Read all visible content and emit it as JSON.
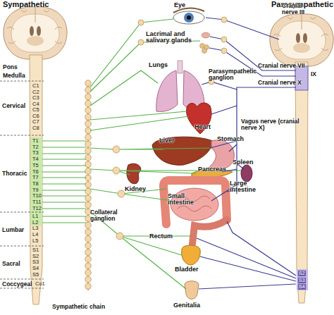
{
  "diagram": {
    "nodes": [
      {
        "text": [
          "Eye"
        ]
      },
      {
        "text": [
          "Lacrimal and salivary glands"
        ]
      },
      {
        "text": [
          "Lungs"
        ]
      },
      {
        "text": [
          "Heart"
        ]
      },
      {
        "text": [
          "Liver"
        ]
      },
      {
        "text": [
          "Stomach"
        ]
      },
      {
        "text": [
          "Spleen"
        ]
      },
      {
        "text": [
          "Pancreas"
        ]
      },
      {
        "text": [
          "Kidney"
        ]
      },
      {
        "text": [
          "Large intestine"
        ]
      },
      {
        "text": [
          "Small intestine"
        ]
      },
      {
        "text": [
          "Rectum"
        ]
      },
      {
        "text": [
          "Bladder"
        ]
      },
      {
        "text": [
          "Genitalia"
        ]
      }
    ],
    "labels": [
      "Sympathetic",
      "Parasympathetic",
      "Pons",
      "Medulla",
      "Cervical",
      "C1",
      "C2",
      "C3",
      "C4",
      "C5",
      "C6",
      "C7",
      "C8",
      "Thoracic",
      "T1",
      "T2",
      "T3",
      "T4",
      "T5",
      "T6",
      "T7",
      "T8",
      "T9",
      "T10",
      "T11",
      "T12",
      "Lumbar",
      "L1",
      "L2",
      "L3",
      "L4",
      "L5",
      "Sacral",
      "S1",
      "S2",
      "S3",
      "S4",
      "S5",
      "Coccygeal",
      "Co1",
      "Cranial nerve III",
      "Cranial nerve VII",
      "IX",
      "Cranial nerve X",
      "Parasympathetic ganglion",
      "Vagus nerve (cranial nerve X)",
      "Collateral ganglion",
      "S2",
      "S3",
      "S4",
      "Sympathetic chain"
    ]
  }
}
